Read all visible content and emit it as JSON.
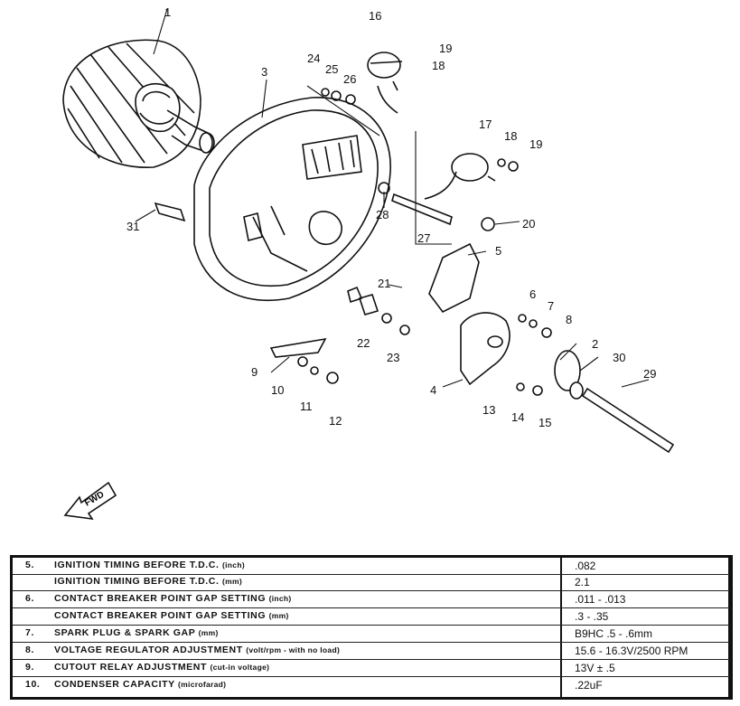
{
  "callouts": [
    "1",
    "3",
    "24",
    "25",
    "26",
    "16",
    "19",
    "18",
    "17",
    "18",
    "19",
    "31",
    "28",
    "27",
    "20",
    "5",
    "21",
    "6",
    "7",
    "8",
    "2",
    "30",
    "29",
    "22",
    "23",
    "9",
    "10",
    "11",
    "12",
    "4",
    "13",
    "14",
    "15"
  ],
  "fwd_label": "FWD",
  "specs": [
    {
      "num": "5.",
      "label": "IGNITION TIMING BEFORE T.D.C.",
      "unit": "(inch)",
      "value": ".082"
    },
    {
      "num": "",
      "label": "IGNITION TIMING BEFORE T.D.C.",
      "unit": "(mm)",
      "value": "2.1"
    },
    {
      "num": "6.",
      "label": "CONTACT BREAKER POINT GAP SETTING",
      "unit": "(inch)",
      "value": ".011 - .013"
    },
    {
      "num": "",
      "label": "CONTACT BREAKER POINT GAP SETTING",
      "unit": "(mm)",
      "value": ".3 - .35"
    },
    {
      "num": "7.",
      "label": "SPARK PLUG & SPARK GAP",
      "unit": "(mm)",
      "value": "B9HC    .5 - .6mm"
    },
    {
      "num": "8.",
      "label": "VOLTAGE REGULATOR ADJUSTMENT",
      "unit": "(volt/rpm - with no load)",
      "value": "15.6 - 16.3V/2500 RPM"
    },
    {
      "num": "9.",
      "label": "CUTOUT RELAY ADJUSTMENT",
      "unit": "(cut-in voltage)",
      "value": "13V ± .5"
    },
    {
      "num": "10.",
      "label": "CONDENSER CAPACITY",
      "unit": "(microfarad)",
      "value": ".22uF"
    }
  ]
}
